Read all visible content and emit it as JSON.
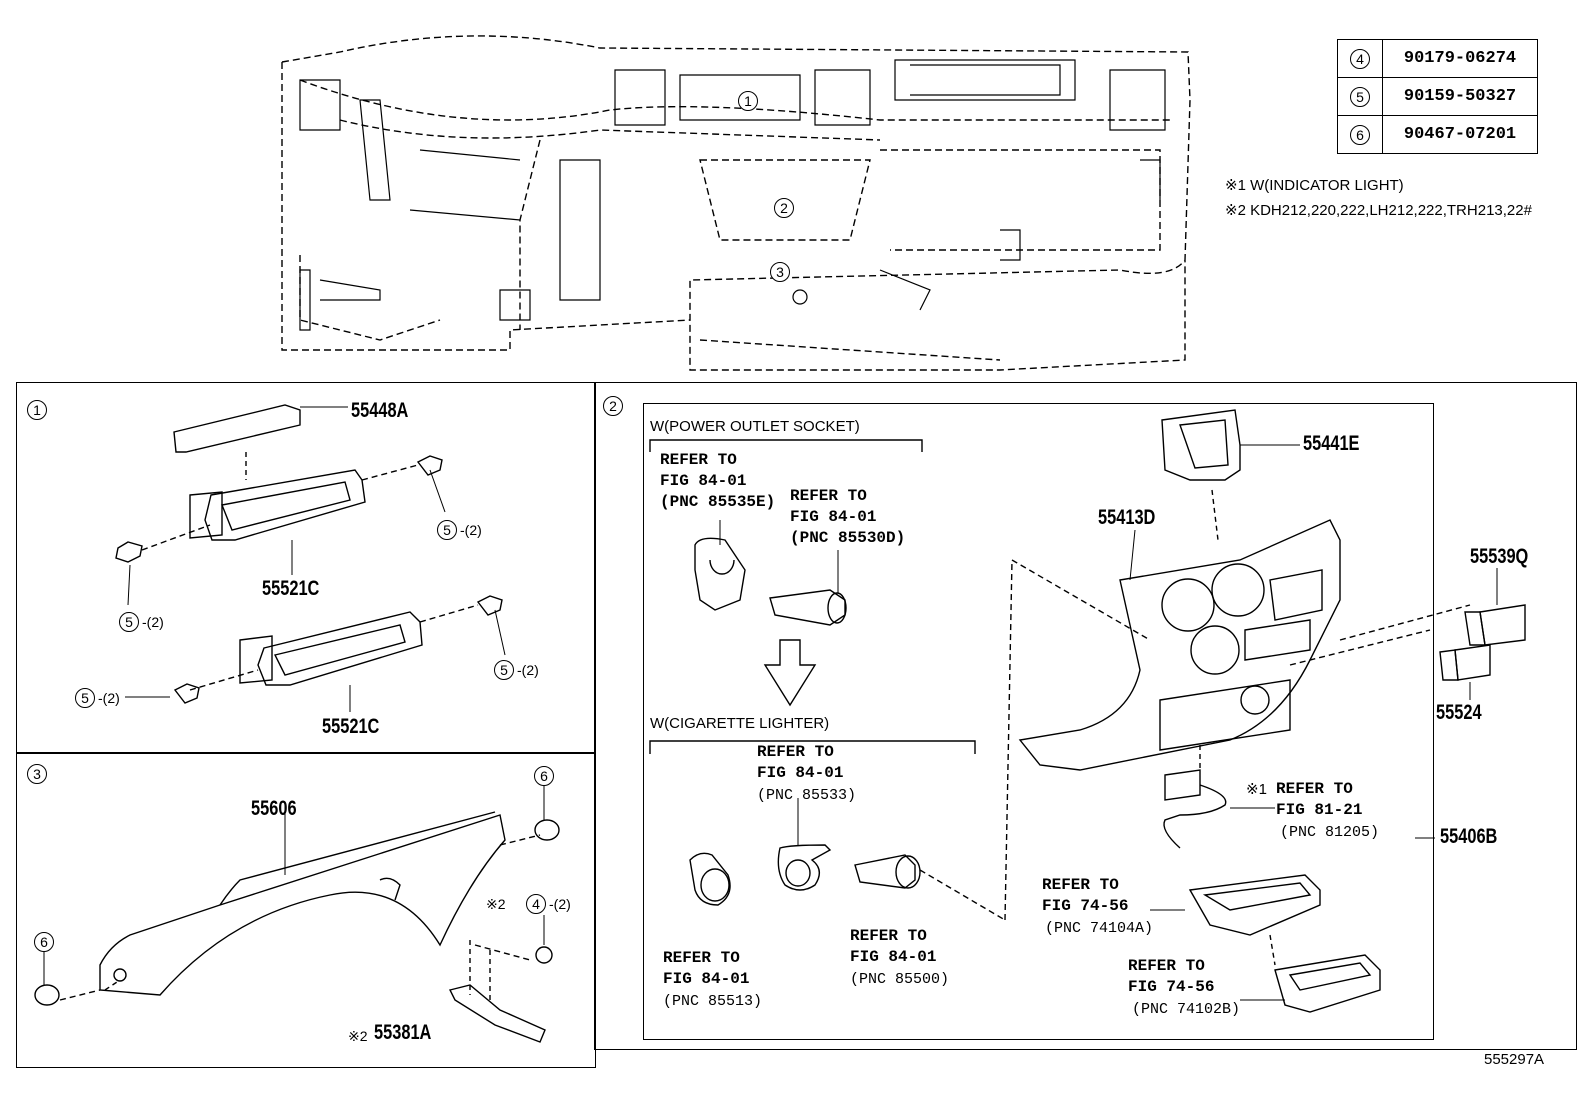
{
  "legend": [
    {
      "ref": "4",
      "part": "90179-06274"
    },
    {
      "ref": "5",
      "part": "90159-50327"
    },
    {
      "ref": "6",
      "part": "90467-07201"
    }
  ],
  "notes": {
    "note1": "※1 W(INDICATOR LIGHT)",
    "note2": "※2 KDH212,220,222,LH212,222,TRH213,22#"
  },
  "overview_callouts": [
    "1",
    "2",
    "3"
  ],
  "section1": {
    "label": "1",
    "parts": {
      "p55448a": "55448A",
      "p55521c_top": "55521C",
      "p55521c_bottom": "55521C"
    },
    "bolts": {
      "ref": "5",
      "qty": "-(2)"
    }
  },
  "section2": {
    "label": "2",
    "power_outlet_header": "W(POWER OUTLET SOCKET)",
    "cigarette_header": "W(CIGARETTE LIGHTER)",
    "refer_to": "REFER TO",
    "ref_a": {
      "fig": "FIG 84-01",
      "pnc": "(PNC 85535E)"
    },
    "ref_b": {
      "fig": "FIG 84-01",
      "pnc": "(PNC 85530D)"
    },
    "ref_c": {
      "fig": "FIG 84-01",
      "pnc": "(PNC 85533)"
    },
    "ref_d": {
      "fig": "FIG 84-01",
      "pnc": "(PNC 85513)"
    },
    "ref_e": {
      "fig": "FIG 84-01",
      "pnc": "(PNC 85500)"
    },
    "ref_f": {
      "prefix": "※1",
      "fig": "FIG 81-21",
      "pnc": "(PNC 81205)"
    },
    "ref_g": {
      "fig": "FIG 74-56",
      "pnc": "(PNC 74104A)"
    },
    "ref_h": {
      "fig": "FIG 74-56",
      "pnc": "(PNC 74102B)"
    },
    "parts": {
      "p55441e": "55441E",
      "p55413d": "55413D",
      "p55539q": "55539Q",
      "p55524": "55524",
      "p55406b": "55406B"
    }
  },
  "section3": {
    "label": "3",
    "parts": {
      "p55606": "55606",
      "p55381a": "55381A",
      "p55381a_prefix": "※2"
    },
    "clip": {
      "ref": "6"
    },
    "nut": {
      "prefix": "※2",
      "ref": "4",
      "qty": "-(2)"
    }
  },
  "diagram_id": "555297A"
}
